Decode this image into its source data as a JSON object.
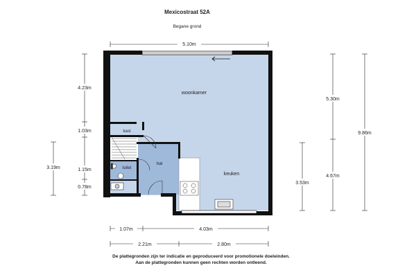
{
  "header": {
    "title": "Mexicostraat 52A",
    "subtitle": "Begane grond"
  },
  "rooms": {
    "living": "woonkamer",
    "kitchen": "keuken",
    "storage": "kast",
    "hall": "hal",
    "toilet": "toilet"
  },
  "dimensions": {
    "top_width": "5.10m",
    "left_living": "4.23m",
    "left_kast": "1.03m",
    "left_stairs": "1.15m",
    "left_bottom": "0.78m",
    "left_outer": "3.19m",
    "right_living": "5.30m",
    "right_lower": "4.67m",
    "right_total": "9.86m",
    "kitchen_height": "3.53m",
    "bottom_1": "1.07m",
    "bottom_2": "4.03m",
    "bottom_3": "2.21m",
    "bottom_4": "2.80m"
  },
  "footer": {
    "line1": "De plattegronden zijn ter indicatie en geproduceerd voor promotionele doeleinden.",
    "line2": "Aan de plattegronden kunnen geen rechten worden ontleend."
  },
  "colors": {
    "room_fill": "#c6d6ea",
    "hall_fill": "#9fb9db",
    "wall": "#111111",
    "dimension_line": "#222222"
  }
}
